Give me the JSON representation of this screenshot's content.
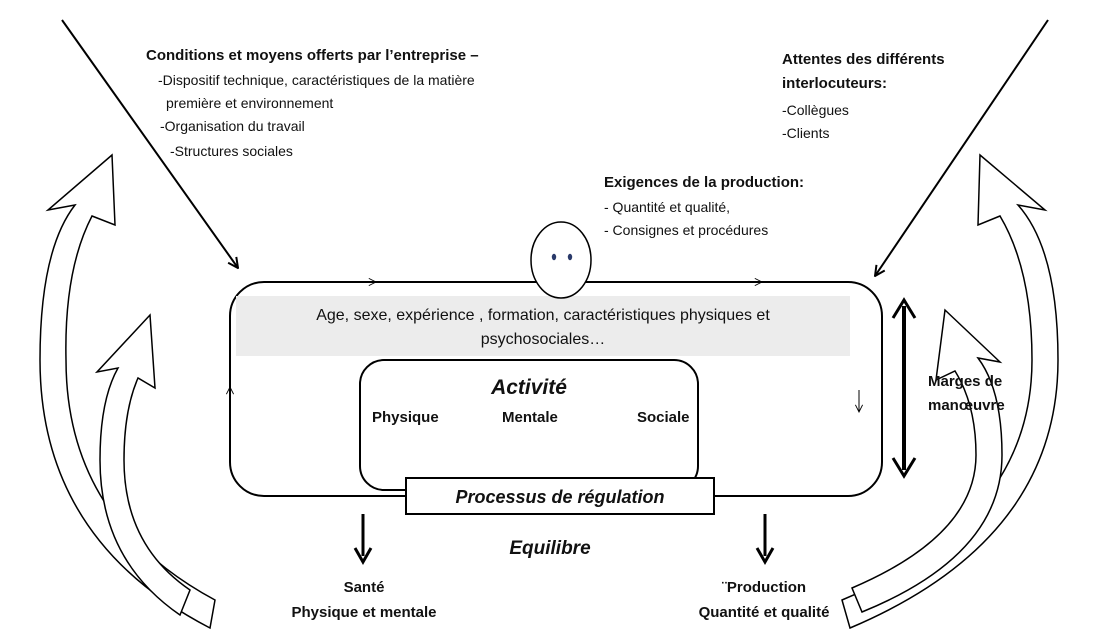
{
  "conditions": {
    "title": "Conditions  et moyens offerts par l’entreprise –",
    "items": [
      "-Dispositif technique, caractéristiques de la matière",
      "première et environnement",
      "-Organisation du travail",
      "-Structures sociales"
    ]
  },
  "attentes": {
    "title_line1": "Attentes des différents",
    "title_line2": "interlocuteurs:",
    "items": [
      "-Collègues",
      "-Clients"
    ]
  },
  "exigences": {
    "title": "Exigences de la production:",
    "items": [
      "- Quantité et qualité,",
      "- Consignes et procédures"
    ]
  },
  "person": {
    "characteristics_line1": "Age,  sexe, expérience , formation, caractéristiques physiques et",
    "characteristics_line2": "psychosociales…"
  },
  "activite": {
    "title": "Activité",
    "dimensions": [
      "Physique",
      "Mentale",
      "Sociale"
    ]
  },
  "regulation": {
    "label": "Processus de régulation"
  },
  "marges": {
    "line1": "Marges de",
    "line2": "manœuvre"
  },
  "equilibre": {
    "label": "Equilibre"
  },
  "sante": {
    "line1": "Santé",
    "line2": "Physique et mentale"
  },
  "production": {
    "line1": "¨Production",
    "line2": "Quantité et qualité"
  },
  "colors": {
    "stroke": "#000000",
    "characteristics_band": "#ececec"
  }
}
